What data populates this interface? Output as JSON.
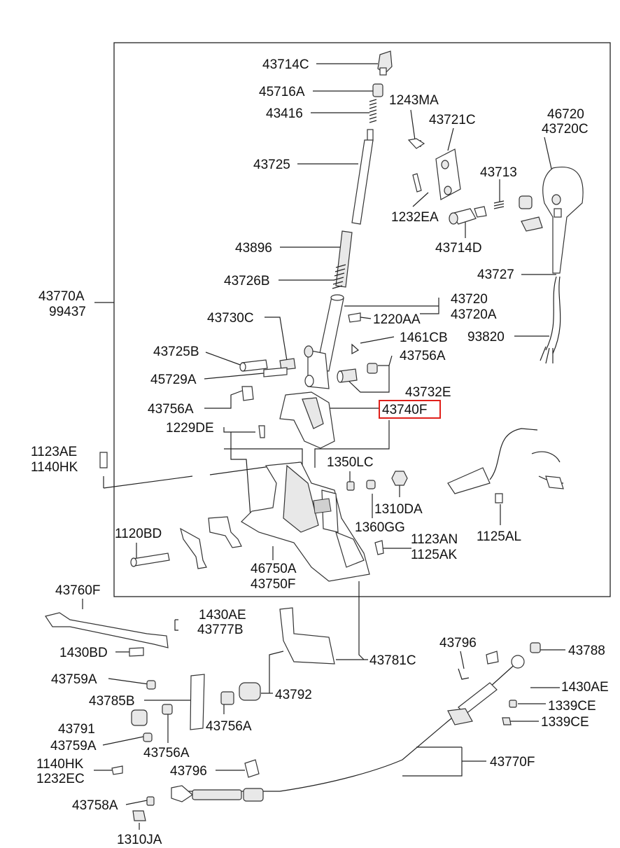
{
  "labels": {
    "l43714C": "43714C",
    "l45716A": "45716A",
    "l43416": "43416",
    "l1243MA": "1243MA",
    "l43721C": "43721C",
    "l46720": "46720",
    "l43720C": "43720C",
    "l43725": "43725",
    "l43713": "43713",
    "l1232EA": "1232EA",
    "l43896": "43896",
    "l43714D": "43714D",
    "l43727": "43727",
    "l43726B": "43726B",
    "l43770A": "43770A",
    "l99437": "99437",
    "l43720": "43720",
    "l43720A": "43720A",
    "l43730C": "43730C",
    "l1220AA": "1220AA",
    "l93820": "93820",
    "l1461CB": "1461CB",
    "l43725B": "43725B",
    "l43756A_1": "43756A",
    "l45729A": "45729A",
    "l43732E": "43732E",
    "l43756A_2": "43756A",
    "l43740F": "43740F",
    "l1229DE": "1229DE",
    "l1123AE": "1123AE",
    "l1140HK_1": "1140HK",
    "l1350LC": "1350LC",
    "l1310DA": "1310DA",
    "l1360GG": "1360GG",
    "l1125AL": "1125AL",
    "l1120BD": "1120BD",
    "l1123AN": "1123AN",
    "l1125AK": "1125AK",
    "l46750A": "46750A",
    "l43750F": "43750F",
    "l43760F": "43760F",
    "l1430AE_1": "1430AE",
    "l43777B": "43777B",
    "l1430BD": "1430BD",
    "l43781C": "43781C",
    "l43796_1": "43796",
    "l43788": "43788",
    "l43759A_1": "43759A",
    "l1430AE_2": "1430AE",
    "l43785B": "43785B",
    "l43792": "43792",
    "l1339CE_1": "1339CE",
    "l1339CE_2": "1339CE",
    "l43791": "43791",
    "l43756A_3": "43756A",
    "l43759A_2": "43759A",
    "l43756A_4": "43756A",
    "l43770F": "43770F",
    "l1140HK_2": "1140HK",
    "l1232EC": "1232EC",
    "l43796_2": "43796",
    "l43758A": "43758A",
    "l1310JA": "1310JA"
  },
  "highlight_color": "#e0201a"
}
